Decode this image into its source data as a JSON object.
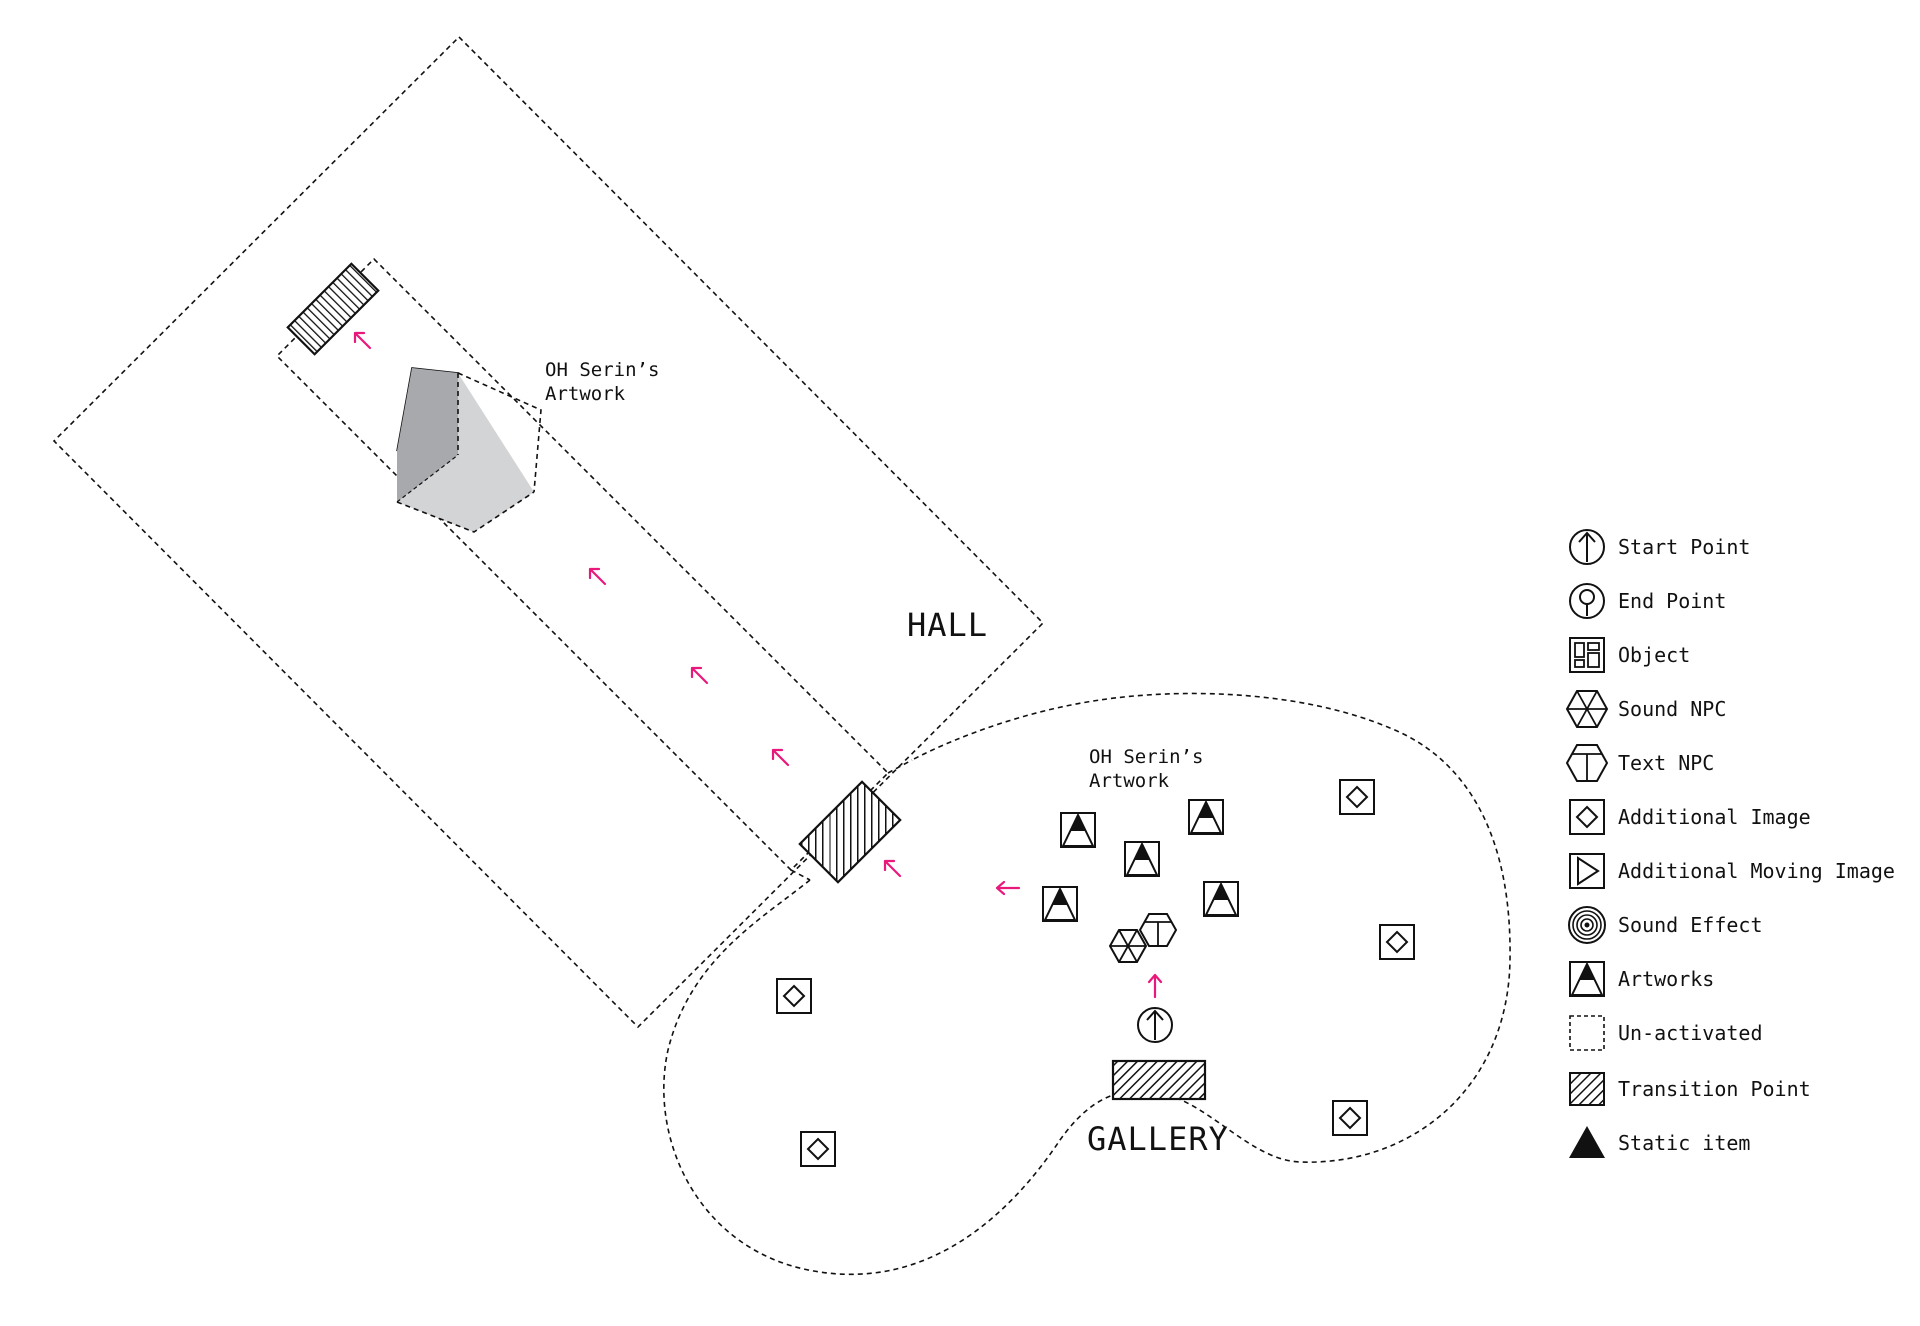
{
  "areas": {
    "hall_label": "HALL",
    "gallery_label": "GALLERY",
    "hall_artwork_label_line1": "OH Serin’s",
    "hall_artwork_label_line2": "Artwork",
    "gallery_artwork_label_line1": "OH Serin’s",
    "gallery_artwork_label_line2": "Artwork"
  },
  "colors": {
    "path_arrow": "#e8197a",
    "line": "#111111",
    "cube_dark": "#a7a9ad",
    "cube_light": "#d3d4d6"
  },
  "legend": {
    "items": [
      {
        "icon": "start-point-icon",
        "label": "Start Point"
      },
      {
        "icon": "end-point-icon",
        "label": "End Point"
      },
      {
        "icon": "object-icon",
        "label": "Object"
      },
      {
        "icon": "sound-npc-icon",
        "label": "Sound NPC"
      },
      {
        "icon": "text-npc-icon",
        "label": "Text NPC"
      },
      {
        "icon": "additional-image-icon",
        "label": "Additional Image"
      },
      {
        "icon": "additional-moving-image-icon",
        "label": "Additional Moving Image"
      },
      {
        "icon": "sound-effect-icon",
        "label": "Sound Effect"
      },
      {
        "icon": "artworks-icon",
        "label": "Artworks"
      },
      {
        "icon": "un-activated-icon",
        "label": "Un-activated"
      },
      {
        "icon": "transition-point-icon",
        "label": "Transition Point"
      },
      {
        "icon": "static-item-icon",
        "label": "Static item"
      }
    ]
  }
}
